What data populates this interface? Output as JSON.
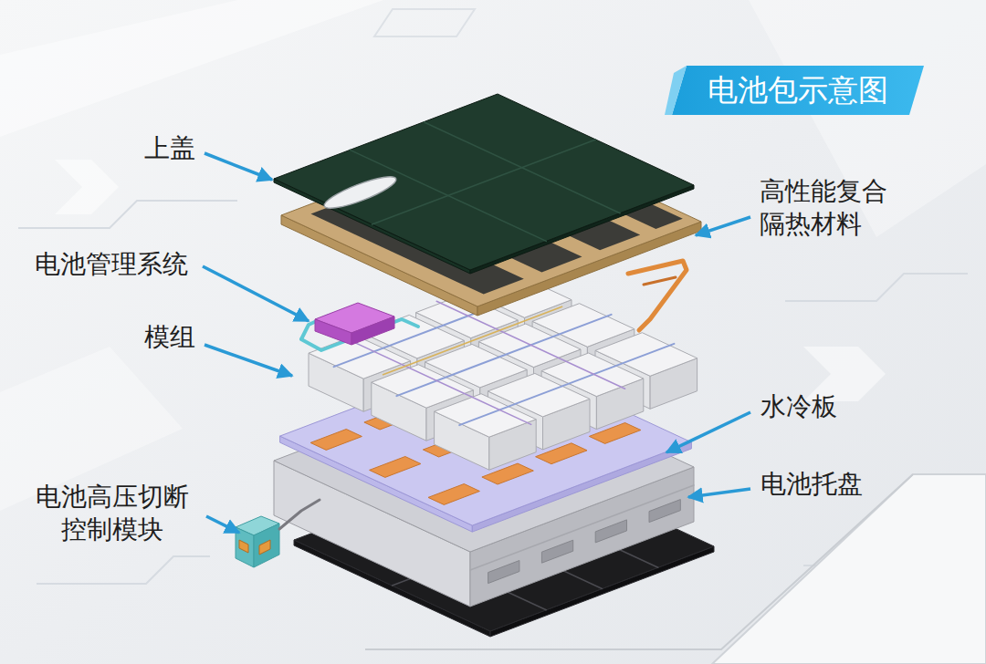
{
  "diagram": {
    "title": "电池包示意图",
    "labels": [
      "上盖",
      "高性能复合 隔热材料",
      "电池管理系统",
      "模组",
      "水冷板",
      "电池托盘",
      "电池高压切断 控制模块"
    ]
  }
}
